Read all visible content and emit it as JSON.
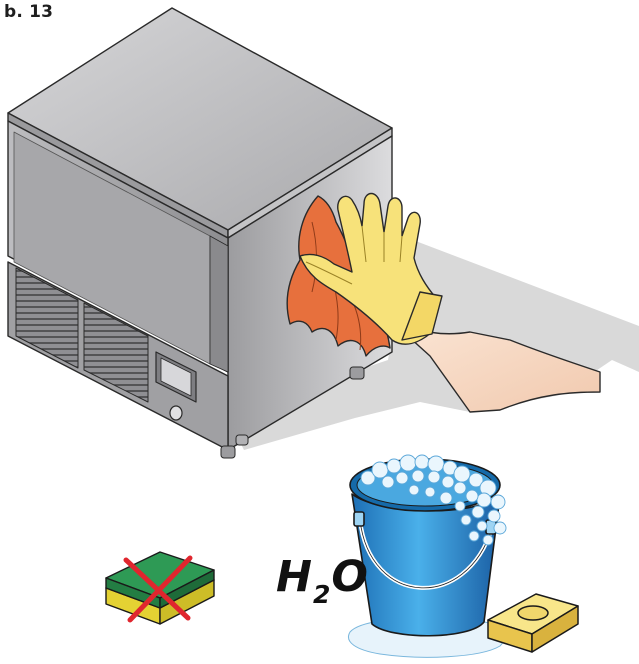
{
  "figure": {
    "label": "b. 13"
  },
  "formula": {
    "main": "H",
    "subscript": "2",
    "tail": "O"
  },
  "colors": {
    "steel_light": "#c9c9cb",
    "steel_dark": "#8f8f92",
    "glove": "#f7e27a",
    "cloth": "#e7703d",
    "bucket": "#2b8fd2",
    "soap": "#f3db6b",
    "sponge_green": "#2e9a55",
    "sponge_yellow": "#f2e542",
    "forbidden_cross": "#e0262e",
    "shadow": "#d9d9d9"
  },
  "icons": [
    "appliance-cabinet",
    "cleaning-cloth",
    "gloved-hand",
    "abrasive-sponge",
    "forbidden-cross-icon",
    "water-bucket",
    "soap-bar"
  ]
}
